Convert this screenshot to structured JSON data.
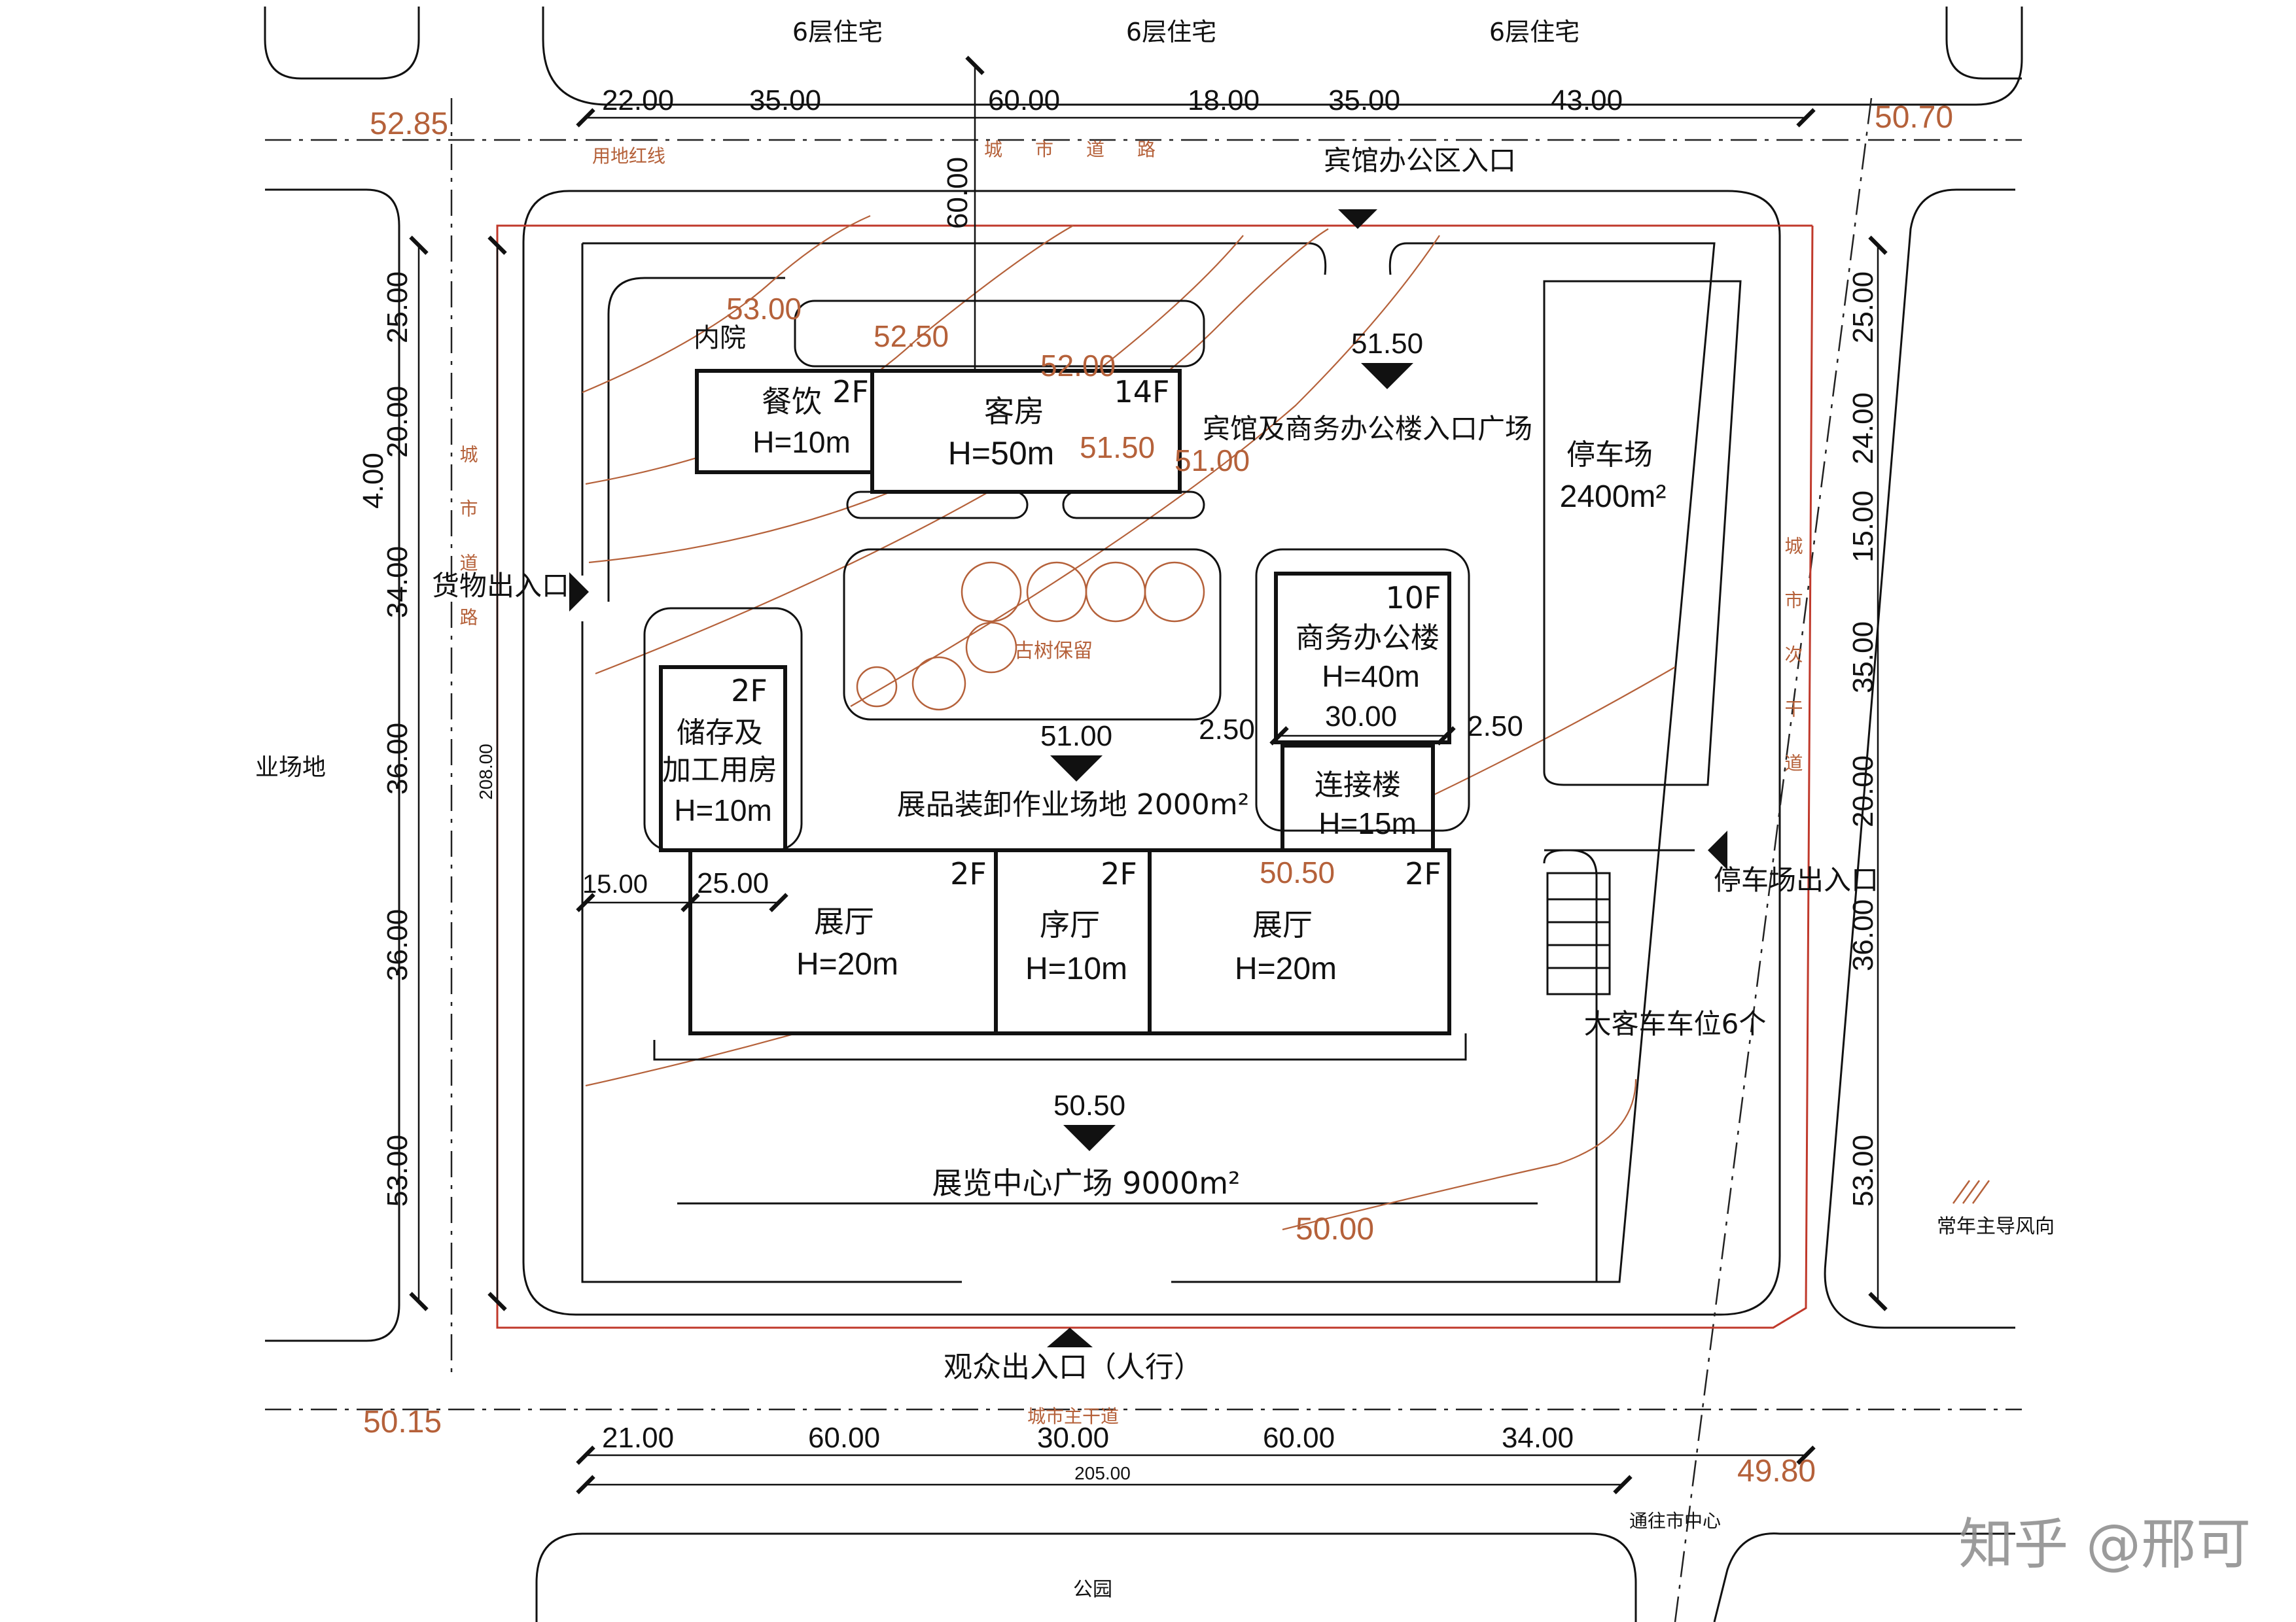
{
  "colors": {
    "line": "#111111",
    "red_line": "#c0392b",
    "contour": "#b5613a",
    "watermark": "#8a8a8a"
  },
  "surroundings": {
    "north_residential": [
      "6层住宅",
      "6层住宅",
      "6层住宅"
    ],
    "west_land": "业场地",
    "park": "公园"
  },
  "roads": {
    "north": "城市道路",
    "west": "城市道路",
    "east": "城市次干道",
    "south": "城市主干道",
    "to_center": "通往市中心"
  },
  "site": {
    "redline_label": "用地红线",
    "wind_label": "常年主导风向"
  },
  "entrances": {
    "hotel_office": "宾馆办公区入口",
    "goods": "货物出入口",
    "parking_exit": "停车场出入口",
    "visitor": "观众出入口（人行）"
  },
  "buildings": {
    "dining": {
      "floors": "2F",
      "name": "餐饮",
      "height": "H=10m"
    },
    "guest": {
      "floors": "14F",
      "name": "客房",
      "height": "H=50m"
    },
    "office": {
      "floors": "10F",
      "name": "商务办公楼",
      "height": "H=40m"
    },
    "link": {
      "name": "连接楼",
      "height": "H=15m"
    },
    "storage": {
      "floors": "2F",
      "name_1": "储存及",
      "name_2": "加工用房",
      "height": "H=10m"
    },
    "hall_left": {
      "floors": "2F",
      "name": "展厅",
      "height": "H=20m"
    },
    "foyer": {
      "floors": "2F",
      "name": "序厅",
      "height": "H=10m"
    },
    "hall_right": {
      "floors": "2F",
      "name": "展厅",
      "height": "H=20m"
    }
  },
  "areas": {
    "courtyard": "内院",
    "hotel_plaza": "宾馆及商务办公楼入口广场",
    "parking_name": "停车场",
    "parking_area": "2400m²",
    "tree_reserve": "古树保留",
    "loading_yard": "展品装卸作业场地  2000m²",
    "bus_spaces": "大客车车位6个",
    "exhibition_plaza": "展览中心广场  9000m²"
  },
  "elevations": {
    "nw_corner": "52.85",
    "ne_corner": "50.70",
    "sw_corner": "50.15",
    "se_corner": "49.80",
    "contour_53": "53.00",
    "contour_5250": "52.50",
    "contour_52": "52.00",
    "contour_5150_b": "51.50",
    "contour_51": "51.00",
    "contour_5050": "50.50",
    "contour_50": "50.00",
    "spot_plaza_n": "51.50",
    "spot_yard": "51.00",
    "spot_plaza_s": "50.50"
  },
  "dimensions": {
    "top": [
      "22.00",
      "35.00",
      "60.00",
      "18.00",
      "35.00",
      "43.00"
    ],
    "bottom": [
      "21.00",
      "60.00",
      "30.00",
      "60.00",
      "34.00"
    ],
    "bottom_total": "205.00",
    "left": [
      "25.00",
      "20.00",
      "4.00",
      "34.00",
      "36.00",
      "36.00",
      "53.00"
    ],
    "left_total": "208.00",
    "right": [
      "25.00",
      "24.00",
      "15.00",
      "35.00",
      "20.00",
      "36.00",
      "53.00"
    ],
    "north_setback": "60.00",
    "office_width": "30.00",
    "office_gap_left": "2.50",
    "office_gap_right": "2.50",
    "hall_setback": "15.00",
    "hall_offset": "25.00"
  },
  "watermark": "知乎 @邢可"
}
